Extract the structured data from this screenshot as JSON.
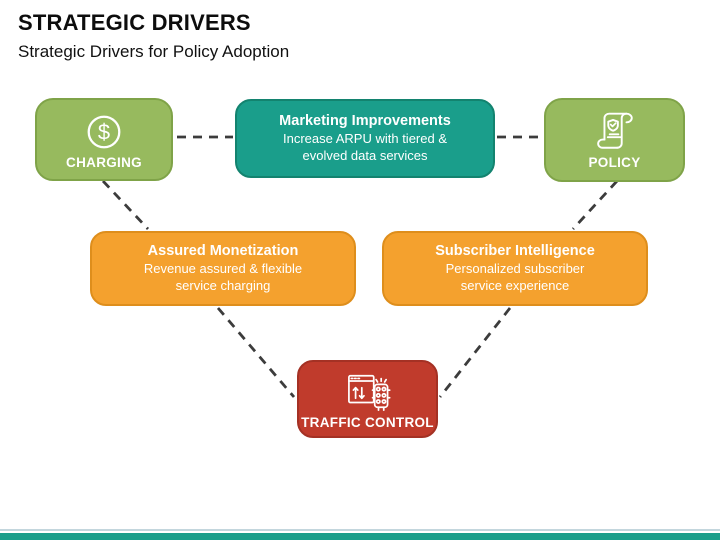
{
  "slide": {
    "title": "STRATEGIC DRIVERS",
    "subtitle": "Strategic Drivers for Policy Adoption"
  },
  "diagram": {
    "nodes": {
      "charging": {
        "label": "CHARGING",
        "icon": "dollar-circle-icon",
        "icon_glyph": "$",
        "color": "#97BA5E"
      },
      "marketing": {
        "title": "Marketing Improvements",
        "description_line1": "Increase ARPU with tiered &",
        "description_line2": "evolved data services",
        "color": "#1A9E8B"
      },
      "policy": {
        "label": "POLICY",
        "icon": "policy-scroll-icon",
        "color": "#97BA5E"
      },
      "assured": {
        "title": "Assured Monetization",
        "description_line1": "Revenue assured & flexible",
        "description_line2": "service charging",
        "color": "#F4A12E"
      },
      "subscriber": {
        "title": "Subscriber Intelligence",
        "description_line1": "Personalized subscriber",
        "description_line2": "service experience",
        "color": "#F4A12E"
      },
      "traffic": {
        "label": "TRAFFIC CONTROL",
        "icon": "traffic-light-icon",
        "color": "#C03B2C"
      }
    },
    "connector_color": "#3C3C3C"
  },
  "footer": {
    "bar_color": "#1B9E8A"
  }
}
